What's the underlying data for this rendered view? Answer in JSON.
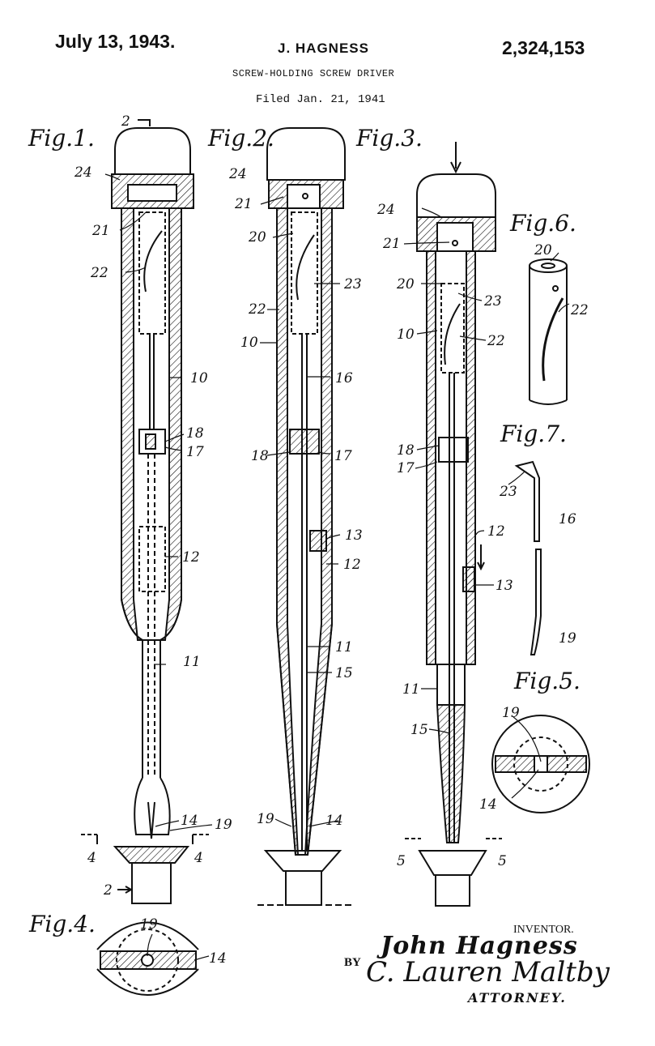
{
  "header": {
    "date": "July 13, 1943.",
    "inventor_name": "J. HAGNESS",
    "patent_number": "2,324,153",
    "title": "SCREW-HOLDING SCREW DRIVER",
    "filed": "Filed Jan. 21, 1941"
  },
  "figures": {
    "fig1": "Fig.1.",
    "fig2": "Fig.2.",
    "fig3": "Fig.3.",
    "fig4": "Fig.4.",
    "fig5": "Fig.5.",
    "fig6": "Fig.6.",
    "fig7": "Fig.7."
  },
  "refs": {
    "r2": "2",
    "r4": "4",
    "r5": "5",
    "r10": "10",
    "r11": "11",
    "r12": "12",
    "r13": "13",
    "r14": "14",
    "r15": "15",
    "r16": "16",
    "r17": "17",
    "r18": "18",
    "r19": "19",
    "r20": "20",
    "r21": "21",
    "r22": "22",
    "r23": "23",
    "r24": "24"
  },
  "signature": {
    "inventor_label": "INVENTOR.",
    "inventor_signature": "John Hagness",
    "by_label": "BY",
    "attorney_signature": "C. Lauren Maltby",
    "attorney_label": "ATTORNEY."
  }
}
